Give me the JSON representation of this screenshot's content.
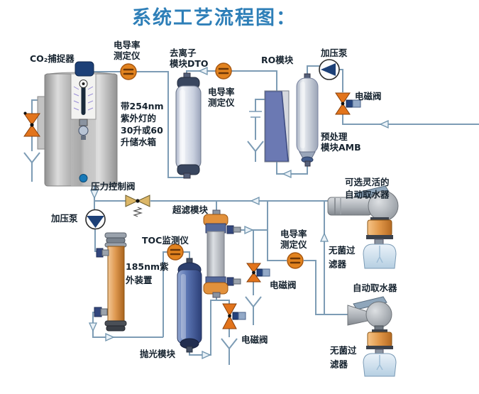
{
  "title": "系统工艺流程图：",
  "colors": {
    "title": "#2e7fb8",
    "label_text": "#15222e",
    "pipe": "#7d9cb5",
    "meter_orange": "#e2831f",
    "solenoid_orange": "#e2741c",
    "pressure_valve_yellow": "#dcb768",
    "tank_cap_navy": "#1d4077",
    "polishing_blue": "#4a5f9e",
    "uv_orange": "#d98a3f",
    "ro_membrane_blue": "#6b79b3",
    "flask_blue": "#cfe0ee",
    "background": "#ffffff"
  },
  "icons": {
    "conductivity-meter-icon": "orange circle with double bar",
    "toc-meter-icon": "orange circle with double bar",
    "solenoid-valve-icon": "orange bowtie with actuator block",
    "manual-valve-icon": "orange bowtie",
    "pressure-valve-icon": "yellow bowtie with spring",
    "pump-icon": "circle with navy triangle",
    "drain-icon": "open Y funnel",
    "flow-arrow-icon": "hollow triangle"
  },
  "labels": {
    "co2_trap": "CO₂捕捉器",
    "cond_meter_top_left": "电导率\n测定仪",
    "deion_module": "去离子\n模块DTO",
    "cond_meter_top_mid": "电导率\n测定仪",
    "ro_module": "RO模块",
    "booster_pump_right": "加压泵",
    "solenoid_top_right": "电磁阀",
    "pretreat_module": "预处理\n模块AMB",
    "storage_tank": "带254nm\n紫外灯的\n30升或60\n升储水箱",
    "pressure_valve": "压力控制阀",
    "booster_pump_left": "加压泵",
    "uf_module": "超滤模块",
    "toc_meter": "TOC监测仪",
    "cond_meter_right": "电导率\n测定仪",
    "uv_device": "185nm紫\n外装置",
    "solenoid_mid_upper": "电磁阀",
    "solenoid_mid_lower": "电磁阀",
    "polishing_module": "抛光模块",
    "dispenser_optional": "可选灵活的\n自动取水器",
    "sterile_filter_upper": "无菌过\n滤器",
    "dispenser_auto": "自动取水器",
    "sterile_filter_lower": "无菌过\n滤器"
  }
}
